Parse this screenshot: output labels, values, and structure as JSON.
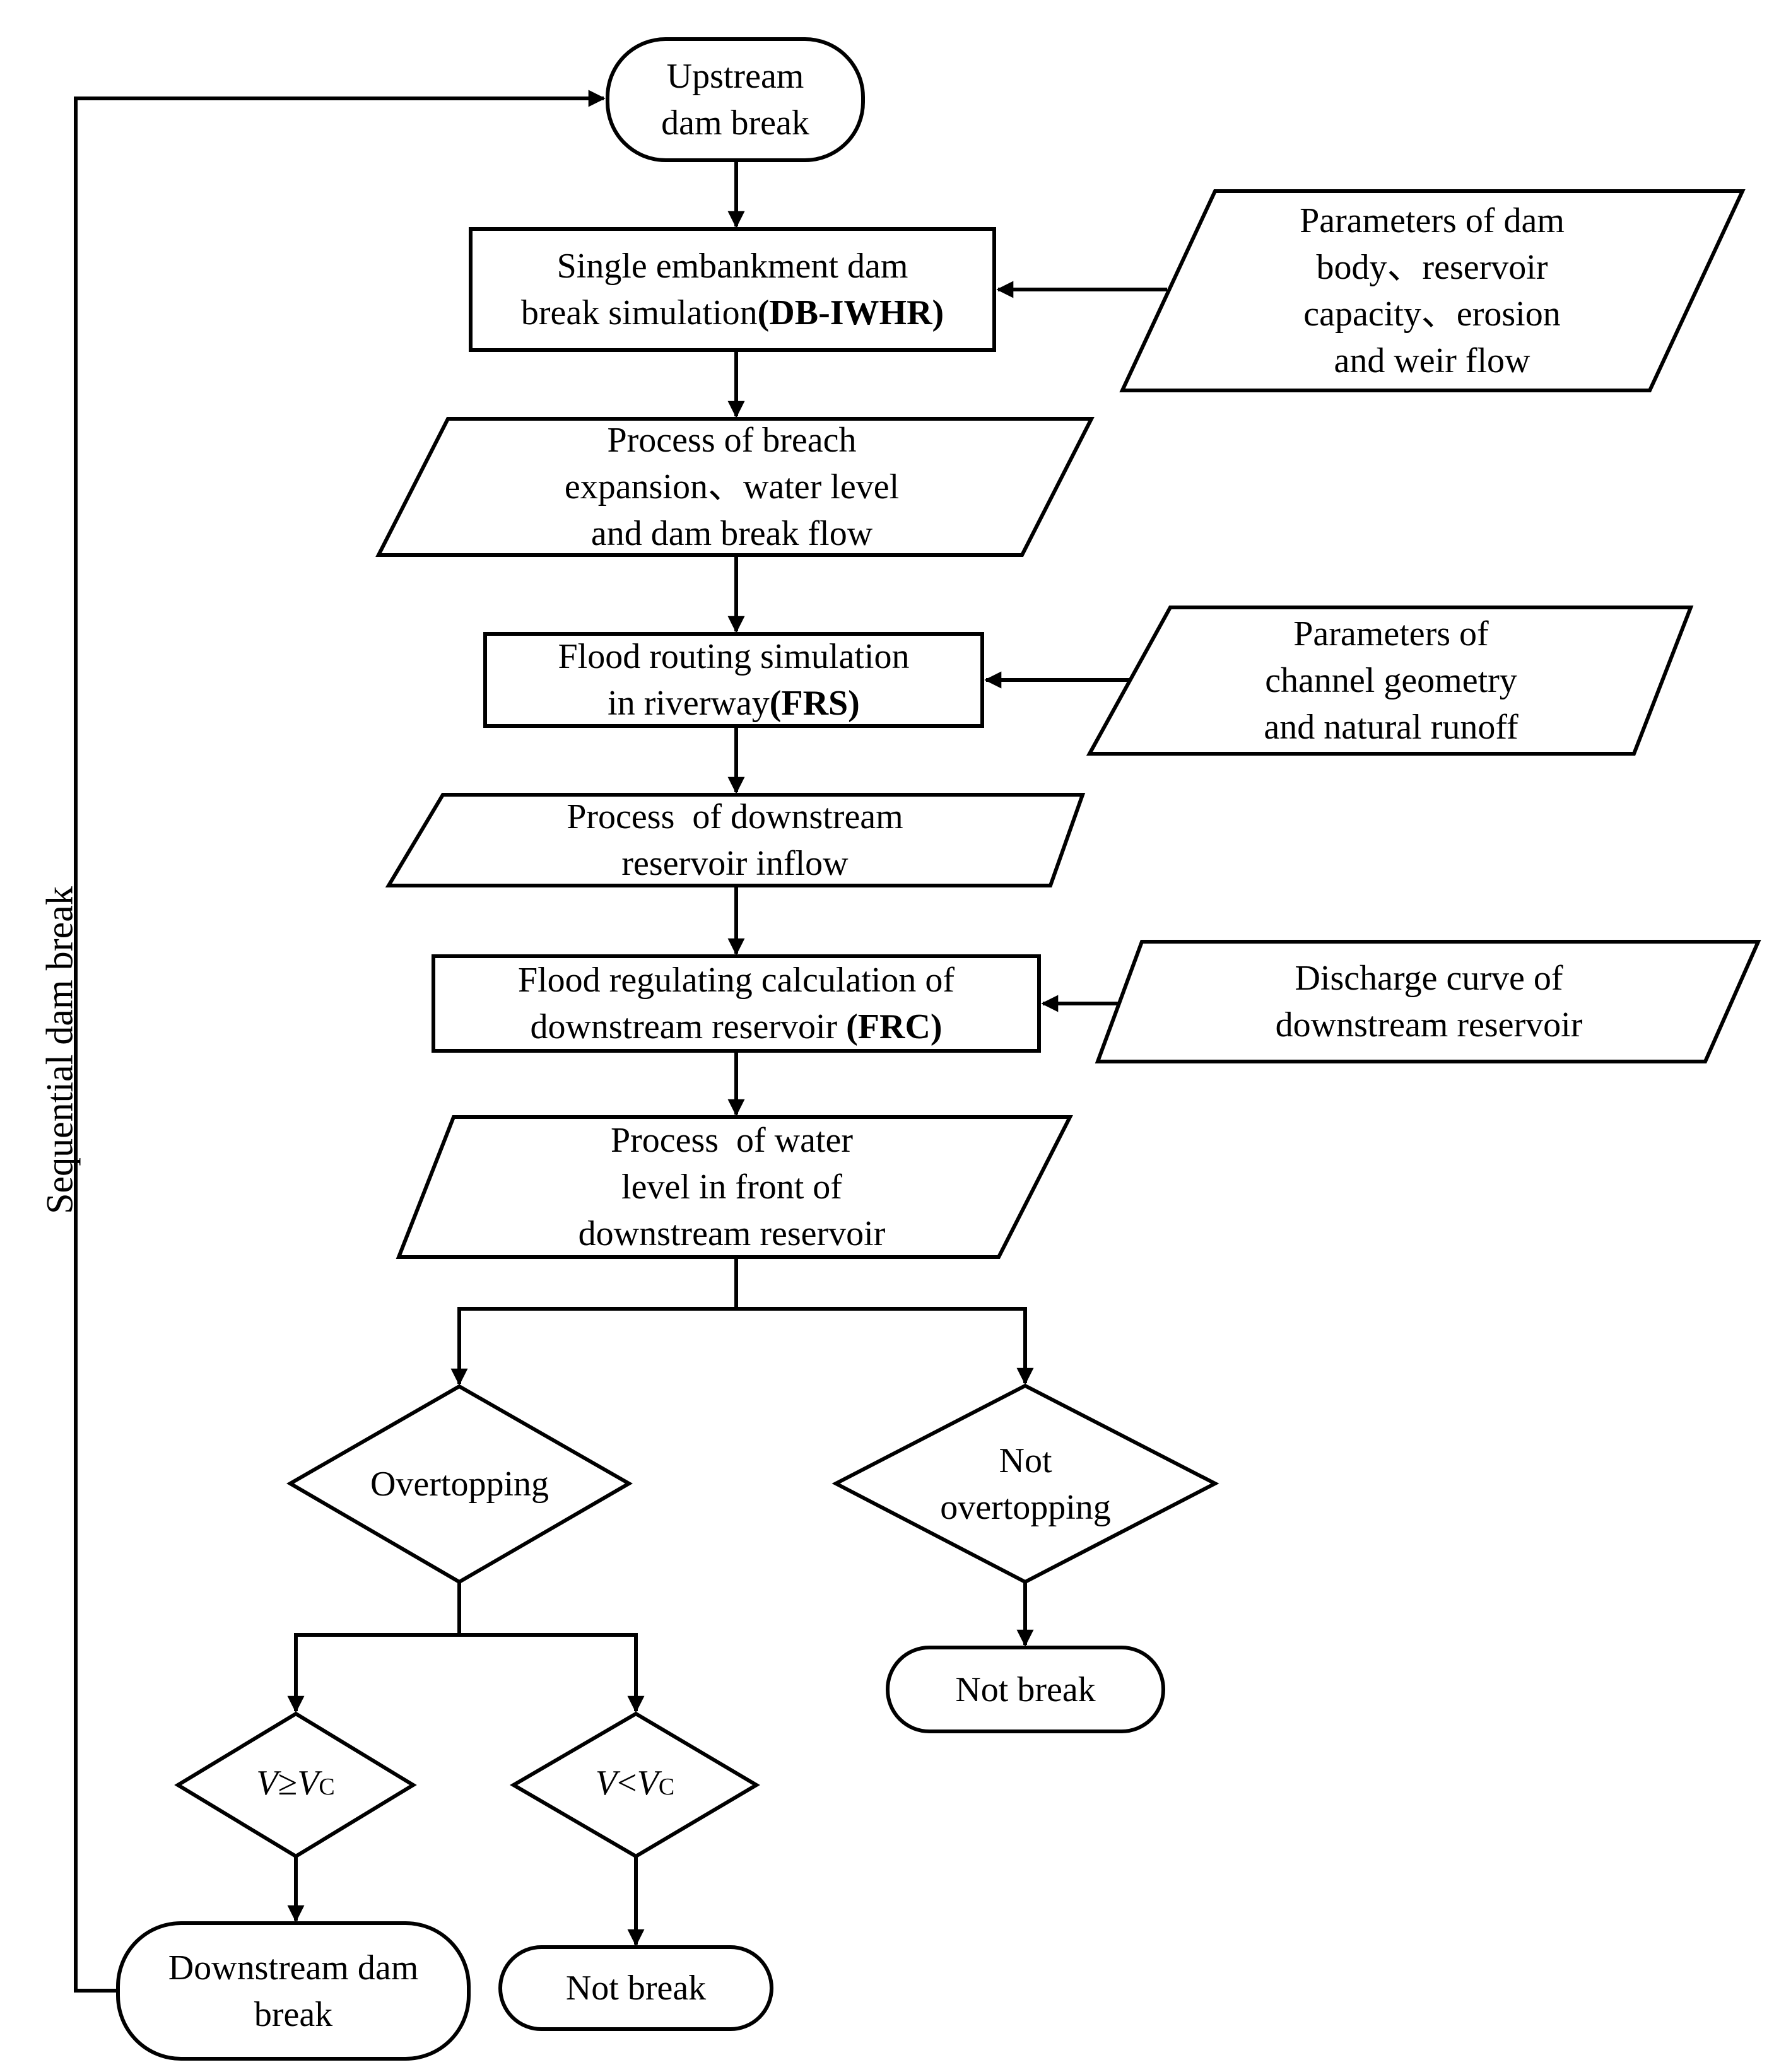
{
  "nodes": {
    "upstream_break": {
      "line1": "Upstream",
      "line2": "dam break"
    },
    "single_dam_sim": {
      "line1": "Single embankment dam",
      "line2_prefix": "break simulation",
      "line2_bold": "(DB-IWHR)"
    },
    "dam_params": {
      "line1": "Parameters of dam",
      "line2": "body、reservoir",
      "line3": "capacity、erosion",
      "line4": "and weir flow"
    },
    "breach_process": {
      "line1": "Process of breach",
      "line2": "expansion、water level",
      "line3": "and dam break flow"
    },
    "flood_routing": {
      "line1": "Flood routing simulation",
      "line2_prefix": "in riverway",
      "line2_bold": "(FRS)"
    },
    "channel_params": {
      "line1": "Parameters of",
      "line2": "channel geometry",
      "line3": "and natural runoff"
    },
    "inflow_process": {
      "line1": "Process  of downstream",
      "line2": "reservoir inflow"
    },
    "flood_regulating": {
      "line1": "Flood regulating calculation of",
      "line2_prefix": "downstream reservoir ",
      "line2_bold": "(FRC)"
    },
    "discharge_curve": {
      "line1": "Discharge curve of",
      "line2": "downstream reservoir"
    },
    "water_level_process": {
      "line1": "Process  of water",
      "line2": "level in front of",
      "line3": "downstream reservoir"
    },
    "overtopping": {
      "label": "Overtopping"
    },
    "not_overtopping": {
      "line1": "Not",
      "line2": "overtopping"
    },
    "not_break_right": {
      "label": "Not break"
    },
    "v_ge_vc": {
      "v": "V",
      "op": "≥",
      "vc": "V",
      "sub": "C"
    },
    "v_lt_vc": {
      "v": "V",
      "op": "<",
      "vc": "V",
      "sub": "C"
    },
    "downstream_break": {
      "line1": "Downstream dam",
      "line2": "break"
    },
    "not_break_bottom": {
      "label": "Not break"
    }
  },
  "side_label": "Sequential dam break",
  "colors": {
    "stroke": "#000000",
    "background": "#ffffff"
  }
}
